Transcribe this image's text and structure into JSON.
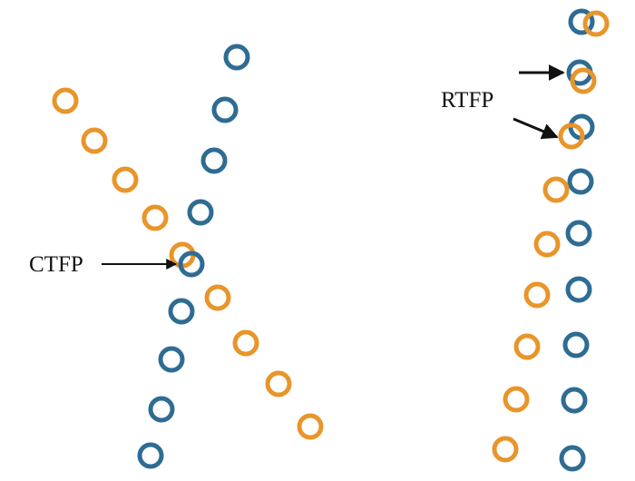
{
  "colors": {
    "orange": "#E8952A",
    "blue": "#2E6C93",
    "arrow": "#111111"
  },
  "labels": {
    "ctfp": "CTFP",
    "rtfp": "RTFP"
  },
  "panels": {
    "left": {
      "description_series": [
        "orange",
        "blue"
      ]
    },
    "right": {
      "description_series": [
        "orange",
        "blue"
      ]
    }
  }
}
